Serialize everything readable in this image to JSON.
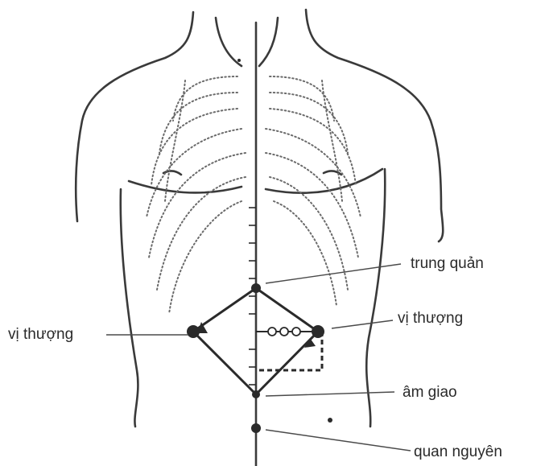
{
  "labels": {
    "trung_quan": "trung quản",
    "vi_thuong_left": "vị thượng",
    "vi_thuong_right": "vị thượng",
    "am_giao": "âm giao",
    "quan_nguyen": "quan nguyên"
  },
  "colors": {
    "ink": "#2a2a2a",
    "paper": "#ffffff"
  }
}
